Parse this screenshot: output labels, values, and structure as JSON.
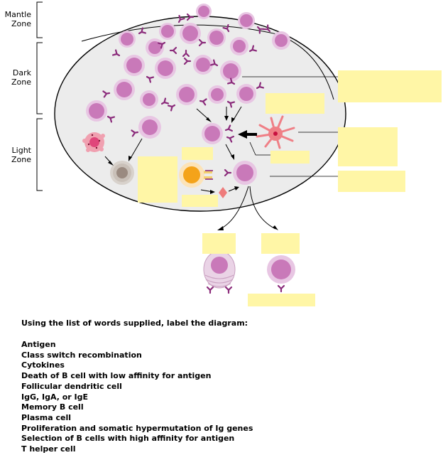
{
  "zones": {
    "mantle": [
      "Mantle",
      "Zone"
    ],
    "dark": [
      "Dark",
      "Zone"
    ],
    "light": [
      "Light",
      "Zone"
    ]
  },
  "instructions": "Using the list of words supplied, label the diagram:",
  "word_list": [
    "Antigen",
    "Class switch recombination",
    "Cytokines",
    "Death of B cell with low affinity for antigen",
    "Follicular dendritic cell",
    "IgG, IgA, or IgE",
    "Memory B cell",
    "Plasma cell",
    "Proliferation and somatic hypermutation of Ig genes",
    "Selection of B cells with high affinity for antigen",
    "T helper cell"
  ],
  "colors": {
    "follicle": "#ececec",
    "b_cell_outer": "#e8c6e3",
    "b_cell_inner": "#c979b9",
    "antibody": "#8a2a7a",
    "answer_box": "#fff6a6",
    "t_cell": "#f4a31a",
    "dendritic_cell": "#ef7f86",
    "antigen": "#ee7c7c",
    "dying_cell": "#9a8a80"
  }
}
